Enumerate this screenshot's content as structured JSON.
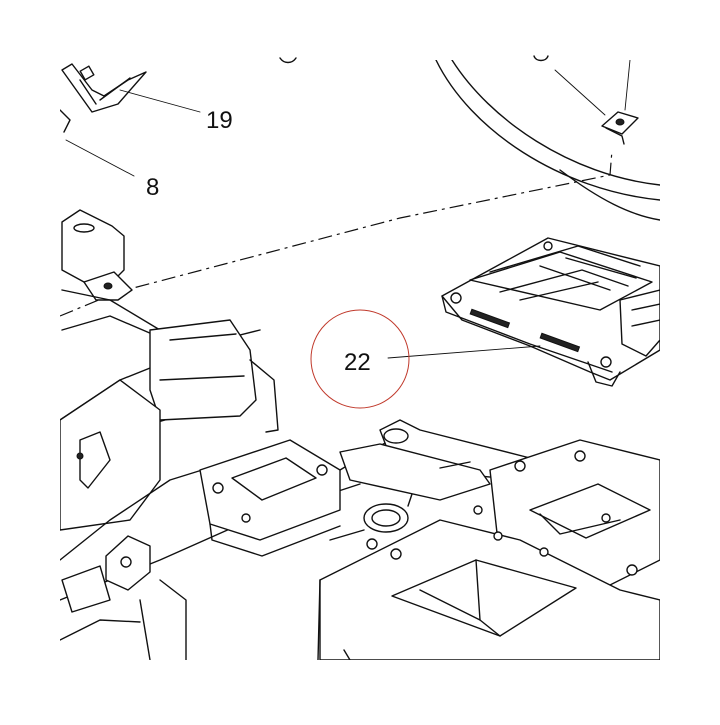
{
  "diagram": {
    "callouts": [
      {
        "id": "19",
        "label": "19"
      },
      {
        "id": "8",
        "label": "8"
      },
      {
        "id": "22",
        "label": "22"
      }
    ],
    "highlight_color": "#c0392b",
    "line_color": "#111111",
    "background": "#ffffff"
  }
}
